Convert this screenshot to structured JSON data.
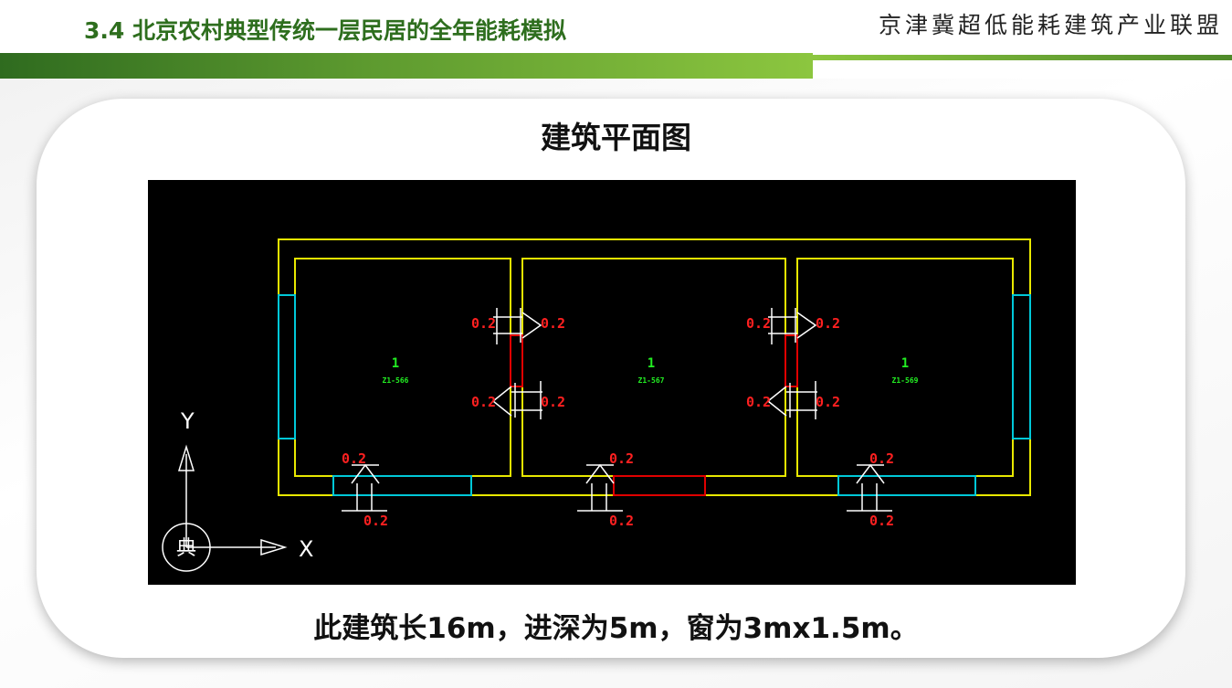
{
  "header": {
    "title": "3.4 北京农村典型传统一层民居的全年能耗模拟",
    "org": "京津冀超低能耗建筑产业联盟"
  },
  "main": {
    "title": "建筑平面图",
    "caption": "此建筑长16m，进深为5m，窗为3mx1.5m。"
  },
  "plan": {
    "zones": [
      {
        "name": "1",
        "id": "Z1-566"
      },
      {
        "name": "1",
        "id": "Z1-567"
      },
      {
        "name": "1",
        "id": "Z1-569"
      }
    ],
    "value_label": "0.2",
    "axis_x": "X",
    "axis_y": "Y",
    "ucs_glyph": "典",
    "colors": {
      "wall": "#e8e800",
      "window": "#00c8d8",
      "door": "#e00000",
      "label": "#ff2020",
      "zone": "#22ee22",
      "background": "#000000"
    }
  }
}
